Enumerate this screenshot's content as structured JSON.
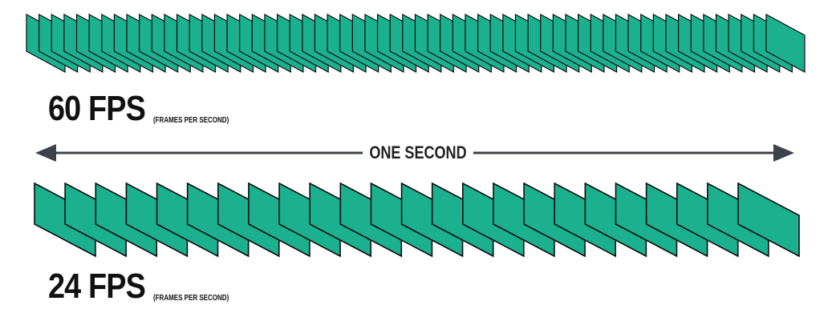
{
  "diagram": {
    "rows": [
      {
        "id": "fps-60",
        "value_label": "60 FPS",
        "sub_label": "(FRAMES PER SECOND)",
        "frame_count": 60
      },
      {
        "id": "fps-24",
        "value_label": "24 FPS",
        "sub_label": "(FRAMES PER SECOND)",
        "frame_count": 24
      }
    ],
    "duration_label": "ONE SECOND",
    "colors": {
      "frame_fill": "#1bb08e",
      "frame_stroke": "#0d0d0d",
      "arrow": "#3b4248",
      "text": "#111111"
    }
  }
}
